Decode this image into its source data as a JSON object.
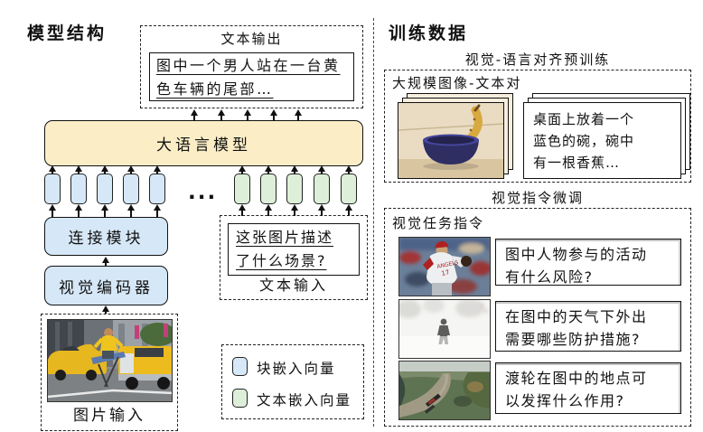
{
  "model_structure": {
    "title": "模型结构",
    "text_output": {
      "label": "文本输出",
      "lines": [
        "图中一个男人站在一台黄",
        "色车辆的尾部…"
      ]
    },
    "llm_label": "大语言模型",
    "tokens_ellipsis": "...",
    "connector_label": "连接模块",
    "vision_encoder_label": "视觉编码器",
    "image_input_label": "图片输入",
    "text_input": {
      "label": "文本输入",
      "lines": [
        "这张图片描述",
        "了什么场景?"
      ]
    },
    "legend": {
      "items": [
        {
          "label": "块嵌入向量",
          "color": "#d6e8f7"
        },
        {
          "label": "文本嵌入向量",
          "color": "#ddefd8"
        }
      ]
    }
  },
  "training_data": {
    "title": "训练数据",
    "pretraining": {
      "section_title": "视觉-语言对齐预训练",
      "box_label": "大规模图像-文本对",
      "image_name": "banana-in-blue-bowl",
      "caption_lines": [
        "桌面上放着一个",
        "蓝色的碗，碗中",
        "有一根香蕉…"
      ]
    },
    "instruction_tuning": {
      "section_title": "视觉指令微调",
      "box_label": "视觉任务指令",
      "rows": [
        {
          "image_name": "baseball-pitcher",
          "lines": [
            "图中人物参与的活动",
            "有什么风险?"
          ]
        },
        {
          "image_name": "snowy-fog-walker",
          "lines": [
            "在图中的天气下外出",
            "需要哪些防护措施?"
          ]
        },
        {
          "image_name": "river-ferry-aerial",
          "lines": [
            "渡轮在图中的地点可",
            "以发挥什么作用?"
          ]
        }
      ]
    }
  },
  "colors": {
    "llm_box": "#fbeec6",
    "patch_token": "#d6e8f7",
    "text_token": "#ddefd8",
    "card_back": "#f8eedd"
  }
}
